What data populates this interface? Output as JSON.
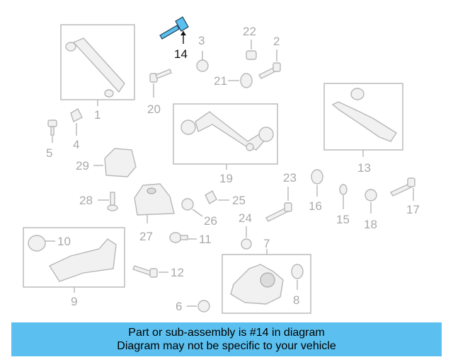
{
  "callouts": {
    "c1": "1",
    "c2": "2",
    "c3": "3",
    "c4": "4",
    "c5": "5",
    "c6": "6",
    "c7": "7",
    "c8": "8",
    "c9": "9",
    "c10": "10",
    "c11": "11",
    "c12": "12",
    "c13": "13",
    "c14": "14",
    "c15": "15",
    "c16": "16",
    "c17": "17",
    "c18": "18",
    "c19": "19",
    "c20": "20",
    "c21": "21",
    "c22": "22",
    "c23": "23",
    "c24": "24",
    "c25": "25",
    "c26": "26",
    "c27": "27",
    "c28": "28",
    "c29": "29"
  },
  "banner": {
    "line1": "Part or sub-assembly is #14 in diagram",
    "line2": "Diagram may not be specific to your vehicle"
  },
  "colors": {
    "highlight": "#5bc0ef",
    "parts": "#b7b7b7",
    "labels": "#a9a9a9"
  }
}
